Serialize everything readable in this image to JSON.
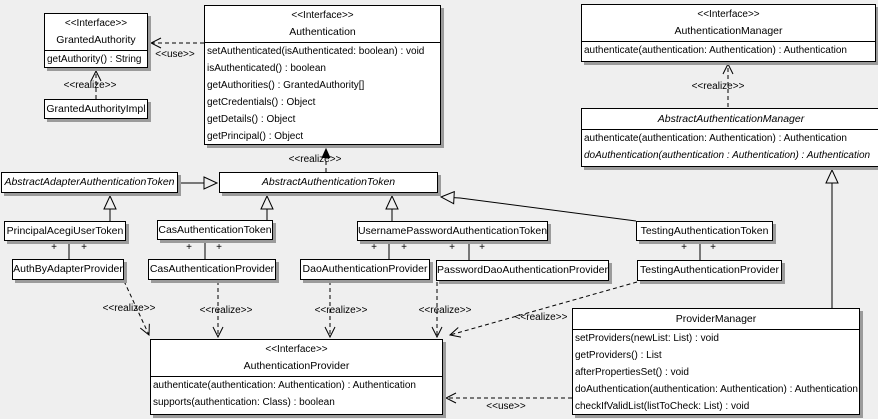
{
  "labels": {
    "use": "<<use>>",
    "realize": "<<realize>>",
    "plus": "+"
  },
  "classes": {
    "granted_authority": {
      "stereotype": "<<Interface>>",
      "name": "GrantedAuthority",
      "methods": [
        "getAuthority() : String"
      ]
    },
    "granted_authority_impl": {
      "name": "GrantedAuthorityImpl"
    },
    "authentication": {
      "stereotype": "<<Interface>>",
      "name": "Authentication",
      "methods": [
        "setAuthenticated(isAuthenticated: boolean) : void",
        "isAuthenticated() : boolean",
        "getAuthorities() : GrantedAuthority[]",
        "getCredentials() : Object",
        "getDetails() : Object",
        "getPrincipal() : Object"
      ]
    },
    "authentication_manager": {
      "stereotype": "<<Interface>>",
      "name": "AuthenticationManager",
      "methods": [
        "authenticate(authentication: Authentication) : Authentication"
      ]
    },
    "abstract_authentication_manager": {
      "name": "AbstractAuthenticationManager",
      "methods": [
        "authenticate(authentication: Authentication) : Authentication",
        "doAuthentication(authentication : Authentication) : Authentication"
      ]
    },
    "abstract_adapter_authentication_token": {
      "name": "AbstractAdapterAuthenticationToken"
    },
    "abstract_authentication_token": {
      "name": "AbstractAuthenticationToken"
    },
    "principal_acegi_user_token": {
      "name": "PrincipalAcegiUserToken"
    },
    "cas_authentication_token": {
      "name": "CasAuthenticationToken"
    },
    "username_password_authentication_token": {
      "name": "UsernamePasswordAuthenticationToken"
    },
    "testing_authentication_token": {
      "name": "TestingAuthenticationToken"
    },
    "auth_by_adapter_provider": {
      "name": "AuthByAdapterProvider"
    },
    "cas_authentication_provider": {
      "name": "CasAuthenticationProvider"
    },
    "dao_authentication_provider": {
      "name": "DaoAuthenticationProvider"
    },
    "password_dao_authentication_provider": {
      "name": "PasswordDaoAuthenticationProvider"
    },
    "testing_authentication_provider": {
      "name": "TestingAuthenticationProvider"
    },
    "provider_manager": {
      "name": "ProviderManager",
      "methods": [
        "setProviders(newList: List) : void",
        "getProviders() : List",
        "afterPropertiesSet() : void",
        "doAuthentication(authentication: Authentication) : Authentication",
        "checkIfValidList(listToCheck: List) : void"
      ]
    },
    "authentication_provider": {
      "stereotype": "<<Interface>>",
      "name": "AuthenticationProvider",
      "methods": [
        "authenticate(authentication: Authentication) : Authentication",
        "supports(authentication: Class) : boolean"
      ]
    }
  }
}
